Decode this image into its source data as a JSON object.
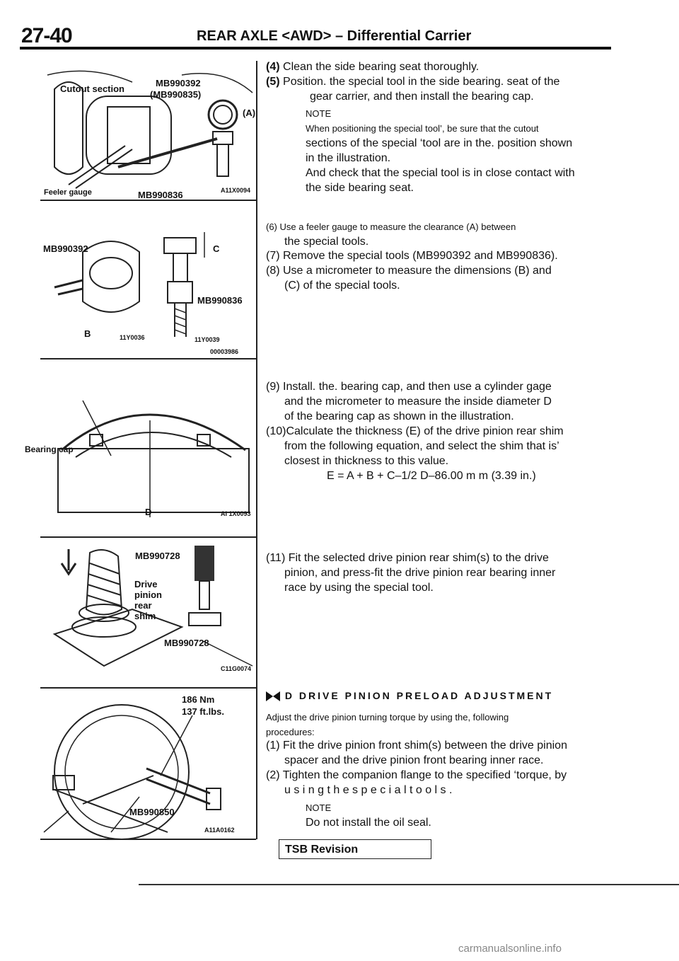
{
  "header": {
    "page_number": "27-40",
    "title": "REAR AXLE <AWD> – Differential Carrier"
  },
  "figures": [
    {
      "labels": [
        "Cutout section",
        "MB990392",
        "(MB990835)",
        "(A)",
        "Feeler gauge",
        "MB990836"
      ],
      "code": "A11X0094"
    },
    {
      "labels": [
        "MB990392",
        "C",
        "MB990836",
        "B"
      ],
      "codes": [
        "11Y0036",
        "11Y0039",
        "00003986"
      ]
    },
    {
      "labels": [
        "Bearing cap",
        "D"
      ],
      "code": "AI 1X0093"
    },
    {
      "labels": [
        "MB990728",
        "Drive",
        "pinion",
        "rear",
        "shim",
        "MB990728"
      ],
      "code": "C11G0074"
    },
    {
      "labels": [
        "186 Nm",
        "137 ft.lbs.",
        "MB990850"
      ],
      "code": "A11A0162"
    }
  ],
  "steps": {
    "s4": {
      "num": "(4)",
      "text": "Clean the side bearing seat thoroughly."
    },
    "s5": {
      "num": "(5)",
      "text": "Position. the special tool in the side bearing. seat of the",
      "cont": "gear carrier, and then install the bearing cap."
    },
    "note1": {
      "head": "NOTE",
      "line1": "When positioning the special tool’, be sure that the cutout",
      "line2": "sections of the special ‘tool are in the. position shown",
      "line3": "in the illustration.",
      "line4": "And check that the special tool is in close contact with",
      "line5": "the side bearing seat."
    },
    "s6": {
      "line1": "(6) Use a feeler gauge to measure the clearance (A) between",
      "line2": "the special tools."
    },
    "s7": {
      "text": "(7) Remove the special tools (MB990392 and MB990836)."
    },
    "s8": {
      "line1": "(8) Use a micrometer to measure the dimensions (B) and",
      "line2": "(C) of the special tools."
    },
    "s9": {
      "line1": "(9) Install. the. bearing cap, and then use a cylinder gage",
      "line2": "and the micrometer to measure the inside diameter D",
      "line3": "of the bearing cap as shown in the illustration."
    },
    "s10": {
      "line1": "(10)Calculate the thickness (E) of the drive pinion rear shim",
      "line2": "from the following equation, and select the shim that is’",
      "line3": "closest in thickness to this value.",
      "equation": "E = A + B + C–1/2 D–86.00 m m (3.39 in.)"
    },
    "s11": {
      "line1": "(11) Fit the selected drive pinion rear shim(s) to the drive",
      "line2": "pinion, and press-fit the drive pinion rear bearing inner",
      "line3": "race by using the special tool."
    }
  },
  "section": {
    "title": "D DRIVE PINION PRELOAD ADJUSTMENT"
  },
  "preload": {
    "intro1": "Adjust the drive pinion turning torque by using the, following",
    "intro2": "procedures:",
    "p1_line1": "(1) Fit the drive pinion front shim(s) between the drive pinion",
    "p1_line2": "spacer and the drive pinion front bearing inner race.",
    "p2_line1": "(2) Tighten the companion flange to the specified ‘torque, by",
    "p2_line2": "u s i n g  t h e  s p e c i a l  t o o l s .",
    "note_head": "NOTE",
    "note_text": "Do not install the oil seal."
  },
  "footer": {
    "tsb": "TSB Revision",
    "watermark": "carmanualsonline.info"
  }
}
